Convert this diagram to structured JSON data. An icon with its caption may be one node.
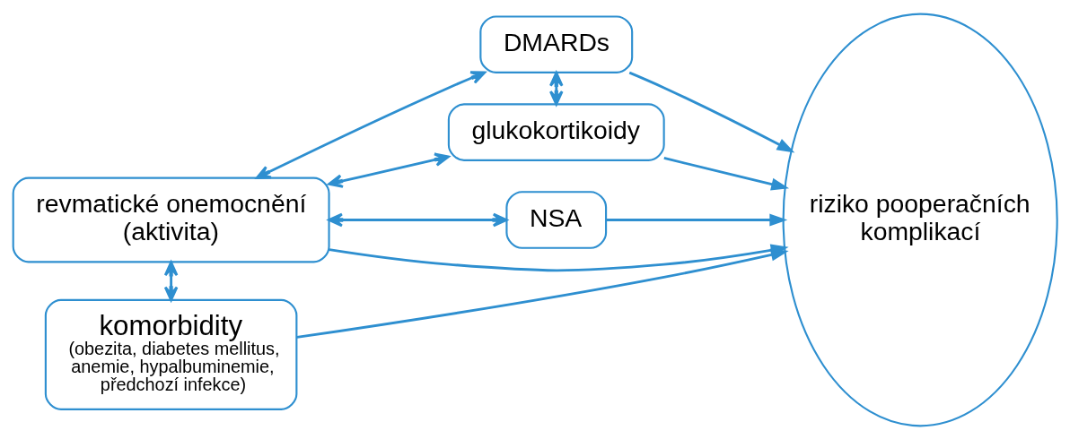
{
  "diagram": {
    "nodes": [
      {
        "text": [
          "revmatické onemocnění (aktivita)"
        ]
      },
      {
        "text": [
          "komorbidity",
          "(obezita, diabetes mellitus, anemie, hypalbuminemie, předchozí infekce)"
        ]
      },
      {
        "text": [
          "DMARDs"
        ]
      },
      {
        "text": [
          "glukokortikoidy"
        ]
      },
      {
        "text": [
          "NSA"
        ]
      },
      {
        "text": [
          "riziko pooperačních komplikací"
        ]
      }
    ],
    "edges": [
      {
        "from": 0,
        "to": 2,
        "arrow": "both"
      },
      {
        "from": 2,
        "to": 3,
        "arrow": "both"
      },
      {
        "from": 0,
        "to": 3,
        "arrow": "both"
      },
      {
        "from": 0,
        "to": 1,
        "arrow": "both"
      },
      {
        "from": 0,
        "to": 4,
        "arrow": "both"
      },
      {
        "from": 2,
        "to": 5,
        "arrow": "to"
      },
      {
        "from": 3,
        "to": 5,
        "arrow": "to"
      },
      {
        "from": 0,
        "to": 5,
        "arrow": "to"
      },
      {
        "from": 4,
        "to": 5,
        "arrow": "to"
      },
      {
        "from": 1,
        "to": 5,
        "arrow": "to"
      }
    ]
  }
}
